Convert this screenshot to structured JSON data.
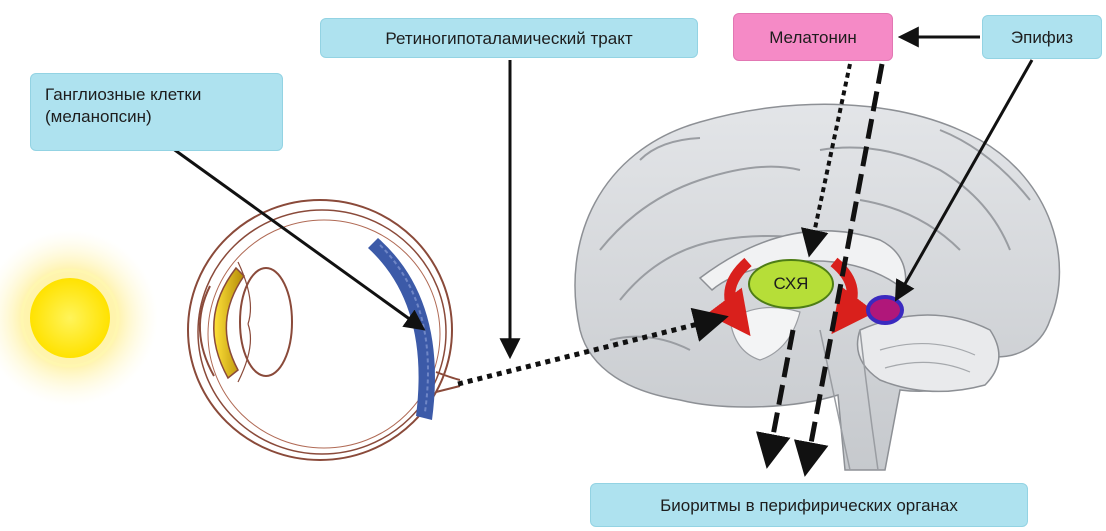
{
  "labels": {
    "ganglion": "Ганглиозные клетки (меланопсин)",
    "retino_tract": "Ретиногипоталамический тракт",
    "melatonin": "Мелатонин",
    "epiphysis": "Эпифиз",
    "scn": "СХЯ",
    "biorhythms": "Биоритмы в перифирических органах"
  },
  "colors": {
    "label_blue": "#aee2ef",
    "label_pink": "#f58ac6",
    "scn_green": "#b6de38",
    "rotation_arrow_red": "#d9201c",
    "sun_yellow": "#ffe600",
    "brain_gray": "#d2d5d8",
    "retina_blue": "#3c5aa8",
    "lens_yellow": "#d8b012",
    "pineal_purple": "#7a2ab8"
  },
  "icons": [
    "sun-icon",
    "eye-icon",
    "brain-icon"
  ]
}
